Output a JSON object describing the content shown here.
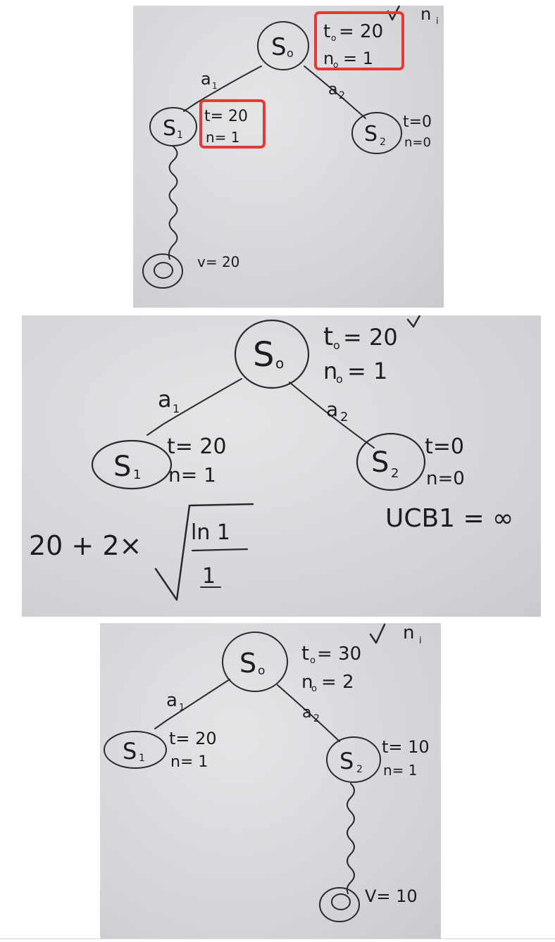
{
  "panel1": {
    "corner_text": "n",
    "corner_sub": "i",
    "root": {
      "label": "S",
      "sub": "o",
      "t_label": "t",
      "t_sub": "o",
      "t_value": "= 20",
      "n_label": "n",
      "n_sub": "o",
      "n_value": "= 1"
    },
    "edge_a1": {
      "label": "a",
      "sub": "1"
    },
    "edge_a2": {
      "label": "a",
      "sub": "2"
    },
    "s1": {
      "label": "S",
      "sub": "1",
      "t": "t= 20",
      "n": "n= 1"
    },
    "s2": {
      "label": "S",
      "sub": "2",
      "t": "t=0",
      "n": "n=0"
    },
    "leaf": {
      "v": "v= 20"
    }
  },
  "panel2": {
    "root": {
      "label": "S",
      "sub": "o",
      "t_label": "t",
      "t_sub": "o",
      "t_value": "= 20",
      "n_label": "n",
      "n_sub": "o",
      "n_value": "= 1"
    },
    "edge_a1": {
      "label": "a",
      "sub": "1"
    },
    "edge_a2": {
      "label": "a",
      "sub": "2"
    },
    "s1": {
      "label": "S",
      "sub": "1",
      "t": "t= 20",
      "n": "n= 1"
    },
    "s2": {
      "label": "S",
      "sub": "2",
      "t": "t=0",
      "n": "n=0"
    },
    "formula": {
      "prefix": "20 + 2×",
      "numerator": "ln 1",
      "denominator": "1"
    },
    "ucb": "UCB1 = ∞"
  },
  "panel3": {
    "corner_text": "n",
    "corner_sub": "i",
    "root": {
      "label": "S",
      "sub": "o",
      "t_label": "t",
      "t_sub": "o",
      "t_value": "= 30",
      "n_label": "n",
      "n_sub": "o",
      "n_value": "= 2"
    },
    "edge_a1": {
      "label": "a",
      "sub": "1"
    },
    "edge_a2": {
      "label": "a",
      "sub": "2"
    },
    "s1": {
      "label": "S",
      "sub": "1",
      "t": "t= 20",
      "n": "n= 1"
    },
    "s2": {
      "label": "S",
      "sub": "2",
      "t": "t= 10",
      "n": "n= 1"
    },
    "leaf": {
      "v": "V= 10"
    }
  }
}
